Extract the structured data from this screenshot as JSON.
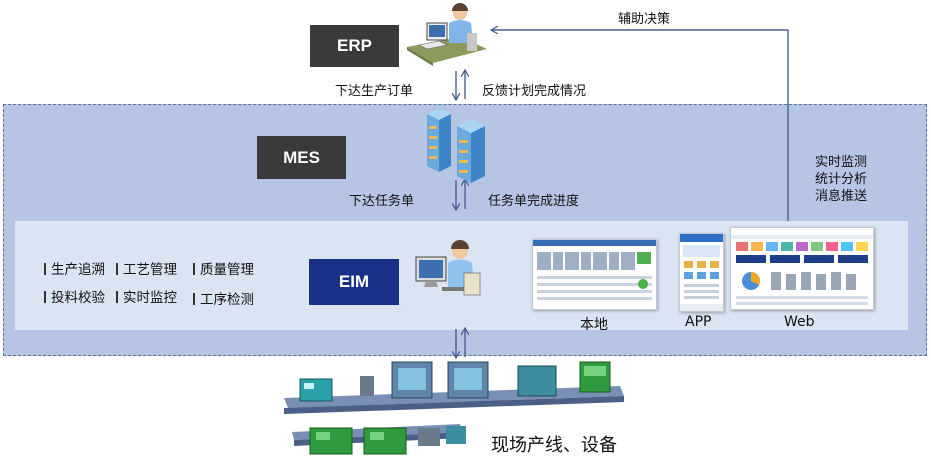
{
  "nodes": {
    "erp": "ERP",
    "mes": "MES",
    "eim": "EIM"
  },
  "flows": {
    "erp_down": "下达生产订单",
    "erp_up": "反馈计划完成情况",
    "mes_down": "下达任务单",
    "mes_up": "任务单完成进度",
    "decision": "辅助决策",
    "web_feedback": [
      "实时监测",
      "统计分析",
      "消息推送"
    ]
  },
  "eim_functions": [
    [
      "生产追溯",
      "工艺管理",
      "质量管理"
    ],
    [
      "投料校验",
      "实时监控",
      "工序检测"
    ]
  ],
  "terminals": [
    "本地",
    "APP",
    "Web"
  ],
  "field": "现场产线、设备",
  "colors": {
    "mes_band": "#b5c5e3",
    "eim_band": "#dbe4f3",
    "dark_box": "#3a3a3a",
    "eim_box": "#1a2f86",
    "arrow": "#4a5d8f"
  },
  "icons": {
    "erp": "office-worker-icon",
    "mes": "server-rack-icon",
    "eim": "operator-workstation-icon",
    "field": "production-line-equipment"
  }
}
